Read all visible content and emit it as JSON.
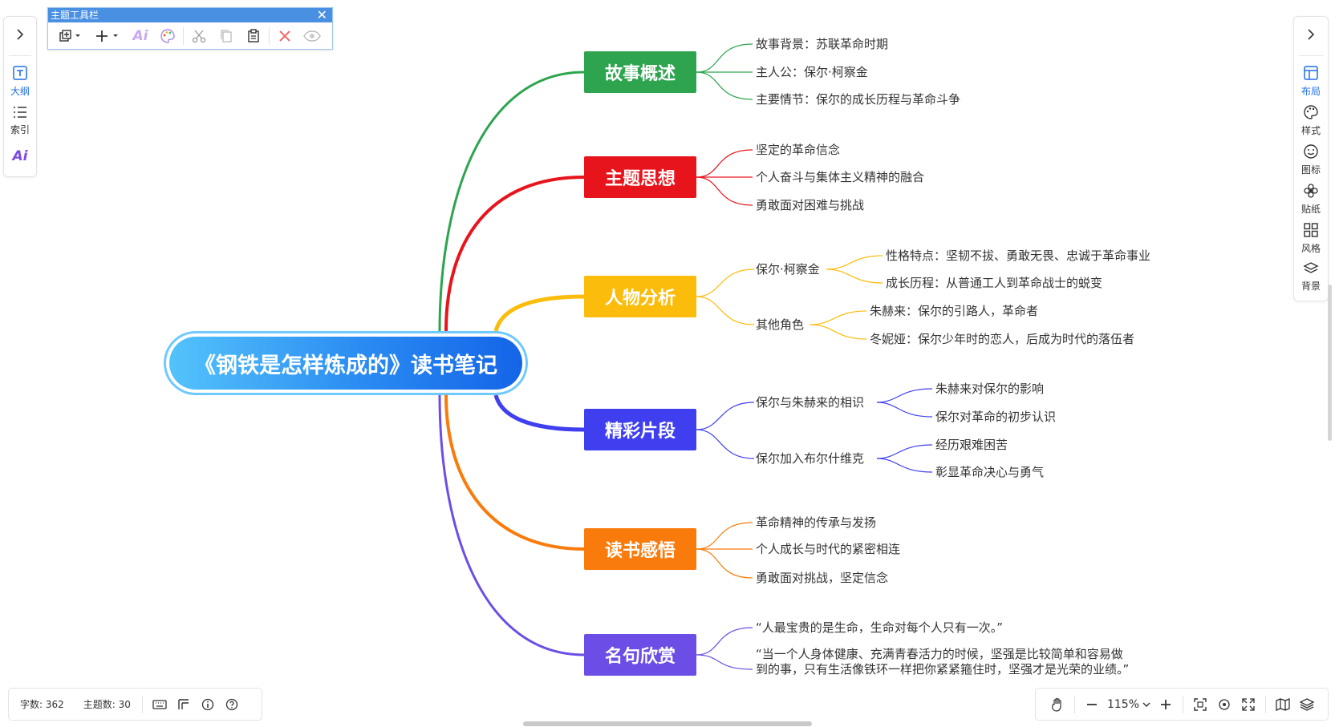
{
  "theme_toolbar": {
    "title": "主题工具栏",
    "close_label": "✕",
    "tools": [
      "copy-style-icon",
      "add-topic-icon",
      "ai-icon",
      "palette-icon",
      "cut-icon",
      "copy-icon",
      "paste-icon",
      "delete-icon",
      "eye-icon"
    ]
  },
  "left_panel": {
    "items": [
      {
        "label": "大纲",
        "icon": "outline-icon",
        "active": true
      },
      {
        "label": "索引",
        "icon": "index-list-icon",
        "active": false
      },
      {
        "label": "",
        "icon": "ai-icon",
        "active": false
      }
    ]
  },
  "right_panel": {
    "items": [
      {
        "label": "布局",
        "icon": "layout-icon",
        "active": true
      },
      {
        "label": "样式",
        "icon": "palette-icon"
      },
      {
        "label": "图标",
        "icon": "smiley-icon"
      },
      {
        "label": "贴纸",
        "icon": "flower-icon"
      },
      {
        "label": "风格",
        "icon": "grid-icon"
      },
      {
        "label": "背景",
        "icon": "layers-icon"
      }
    ]
  },
  "mindmap": {
    "root": "《钢铁是怎样炼成的》读书笔记",
    "branches": [
      {
        "label": "故事概述",
        "color": "#2ea44f",
        "children": [
          "故事背景：苏联革命时期",
          "主人公：保尔·柯察金",
          "主要情节：保尔的成长历程与革命斗争"
        ]
      },
      {
        "label": "主题思想",
        "color": "#e8141c",
        "children": [
          "坚定的革命信念",
          "个人奋斗与集体主义精神的融合",
          "勇敢面对困难与挑战"
        ]
      },
      {
        "label": "人物分析",
        "color": "#fbbc0b",
        "groups": [
          {
            "label": "保尔·柯察金",
            "children": [
              "性格特点：坚韧不拔、勇敢无畏、忠诚于革命事业",
              "成长历程：从普通工人到革命战士的蜕变"
            ]
          },
          {
            "label": "其他角色",
            "children": [
              "朱赫来：保尔的引路人，革命者",
              "冬妮娅：保尔少年时的恋人，后成为时代的落伍者"
            ]
          }
        ]
      },
      {
        "label": "精彩片段",
        "color": "#3f3ff0",
        "groups": [
          {
            "label": "保尔与朱赫来的相识",
            "children": [
              "朱赫来对保尔的影响",
              "保尔对革命的初步认识"
            ]
          },
          {
            "label": "保尔加入布尔什维克",
            "children": [
              "经历艰难困苦",
              "彰显革命决心与勇气"
            ]
          }
        ]
      },
      {
        "label": "读书感悟",
        "color": "#f97b0c",
        "children": [
          "革命精神的传承与发扬",
          "个人成长与时代的紧密相连",
          "勇敢面对挑战，坚定信念"
        ]
      },
      {
        "label": "名句欣赏",
        "color": "#6c4ee6",
        "children": [
          "“人最宝贵的是生命，生命对每个人只有一次。”",
          "“当一个人身体健康、充满青春活力的时候，坚强是比较简单和容易做到的事，只有生活像铁环一样把你紧紧箍住时，坚强才是光荣的业绩。”"
        ]
      }
    ]
  },
  "status_bar": {
    "word_count": "字数: 362",
    "topic_count": "主题数: 30"
  },
  "zoom_bar": {
    "zoom": "115%"
  }
}
